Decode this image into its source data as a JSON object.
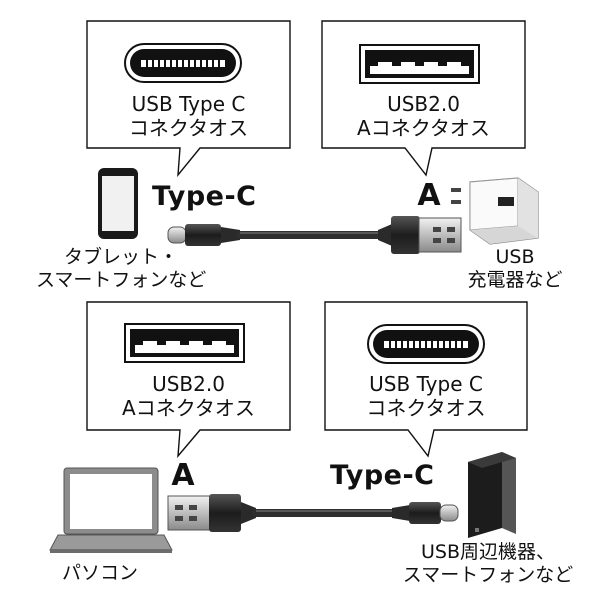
{
  "top": {
    "left_bubble": {
      "line1": "USB Type C",
      "line2": "コネクタオス"
    },
    "right_bubble": {
      "line1": "USB2.0",
      "line2": "Aコネクタオス"
    },
    "left_connector_label": "Type-C",
    "right_connector_label": "A",
    "left_device": {
      "line1": "タブレット・",
      "line2": "スマートフォンなど",
      "icon": "smartphone-icon"
    },
    "right_device": {
      "line1": "USB",
      "line2": "充電器など",
      "icon": "usb-charger-icon"
    }
  },
  "bottom": {
    "left_bubble": {
      "line1": "USB2.0",
      "line2": "Aコネクタオス"
    },
    "right_bubble": {
      "line1": "USB Type C",
      "line2": "コネクタオス"
    },
    "left_connector_label": "A",
    "right_connector_label": "Type-C",
    "left_device": {
      "line1": "パソコン",
      "icon": "laptop-icon"
    },
    "right_device": {
      "line1": "USB周辺機器、",
      "line2": "スマートフォンなど",
      "icon": "external-drive-icon"
    }
  },
  "colors": {
    "cable": "#3a3a3a",
    "plug_dark": "#222222",
    "metal": "#c9c9c9",
    "outline": "#111111",
    "background": "#ffffff"
  }
}
